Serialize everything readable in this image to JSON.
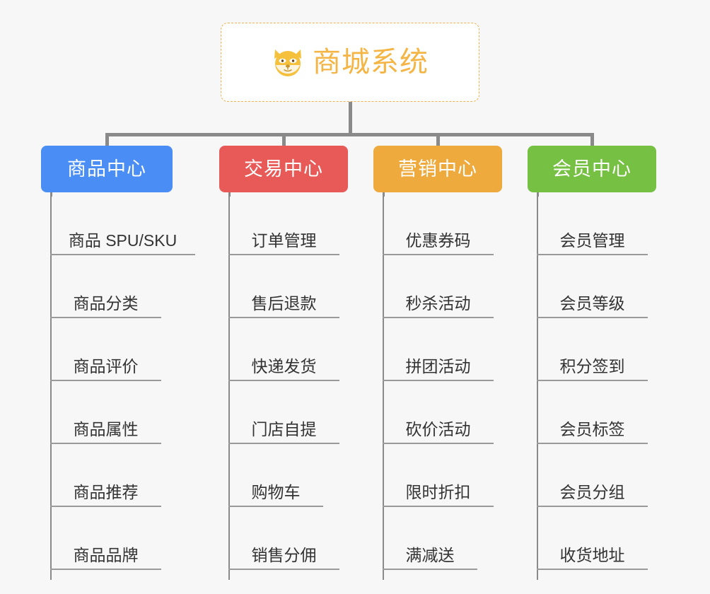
{
  "canvas": {
    "background": "#f7f7f7",
    "line_color": "#8a8a8a"
  },
  "root": {
    "title": "商城系统",
    "icon": "shiba-dog-icon",
    "text_color": "#f5b544",
    "border_color": "#f0b050",
    "background": "#ffffff"
  },
  "columns": [
    {
      "category": "商品中心",
      "color": "#4a8ef5",
      "items": [
        "商品 SPU/SKU",
        "商品分类",
        "商品评价",
        "商品属性",
        "商品推荐",
        "商品品牌"
      ]
    },
    {
      "category": "交易中心",
      "color": "#e85a57",
      "items": [
        "订单管理",
        "售后退款",
        "快递发货",
        "门店自提",
        "购物车",
        "销售分佣"
      ]
    },
    {
      "category": "营销中心",
      "color": "#eeaa3c",
      "items": [
        "优惠券码",
        "秒杀活动",
        "拼团活动",
        "砍价活动",
        "限时折扣",
        "满减送"
      ]
    },
    {
      "category": "会员中心",
      "color": "#76c043",
      "items": [
        "会员管理",
        "会员等级",
        "积分签到",
        "会员标签",
        "会员分组",
        "收货地址"
      ]
    }
  ]
}
